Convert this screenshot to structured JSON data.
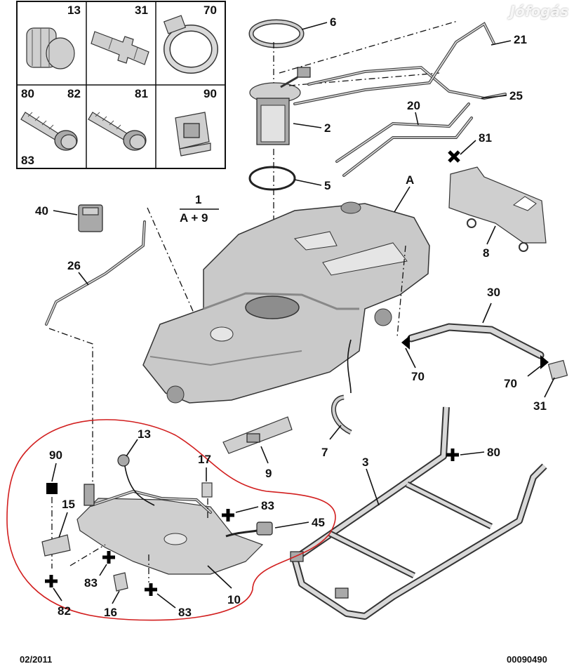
{
  "watermark": "Jófogás",
  "footer": {
    "date": "02/2011",
    "ref": "00090490"
  },
  "legend_grid": {
    "cells": [
      {
        "num": "13",
        "icon": "cap-nut-icon"
      },
      {
        "num": "31",
        "icon": "pipe-connector-icon"
      },
      {
        "num": "70",
        "icon": "hose-clamp-icon"
      },
      {
        "num": "80",
        "num2": "82",
        "num3": "83",
        "icon": "flange-bolt-icon"
      },
      {
        "num": "81",
        "icon": "screw-bolt-icon"
      },
      {
        "num": "90",
        "icon": "clip-nut-icon"
      }
    ]
  },
  "formula": {
    "top": "1",
    "bottom": "A + 9"
  },
  "callouts": {
    "c6": "6",
    "c21": "21",
    "c25": "25",
    "c20": "20",
    "c2": "2",
    "c81": "81",
    "c5": "5",
    "cA": "A",
    "c40": "40",
    "c26": "26",
    "c8": "8",
    "c30": "30",
    "c70a": "70",
    "c70b": "70",
    "c31": "31",
    "c7": "7",
    "c80": "80",
    "c3": "3",
    "c9": "9",
    "c13": "13",
    "c90": "90",
    "c17": "17",
    "c15": "15",
    "c83a": "83",
    "c45": "45",
    "c83b": "83",
    "c10": "10",
    "c16": "16",
    "c83c": "83",
    "c82": "82"
  },
  "colors": {
    "outline_highlight": "#d21f1f",
    "part_fill": "#cfcfcf",
    "ink": "#111111"
  }
}
